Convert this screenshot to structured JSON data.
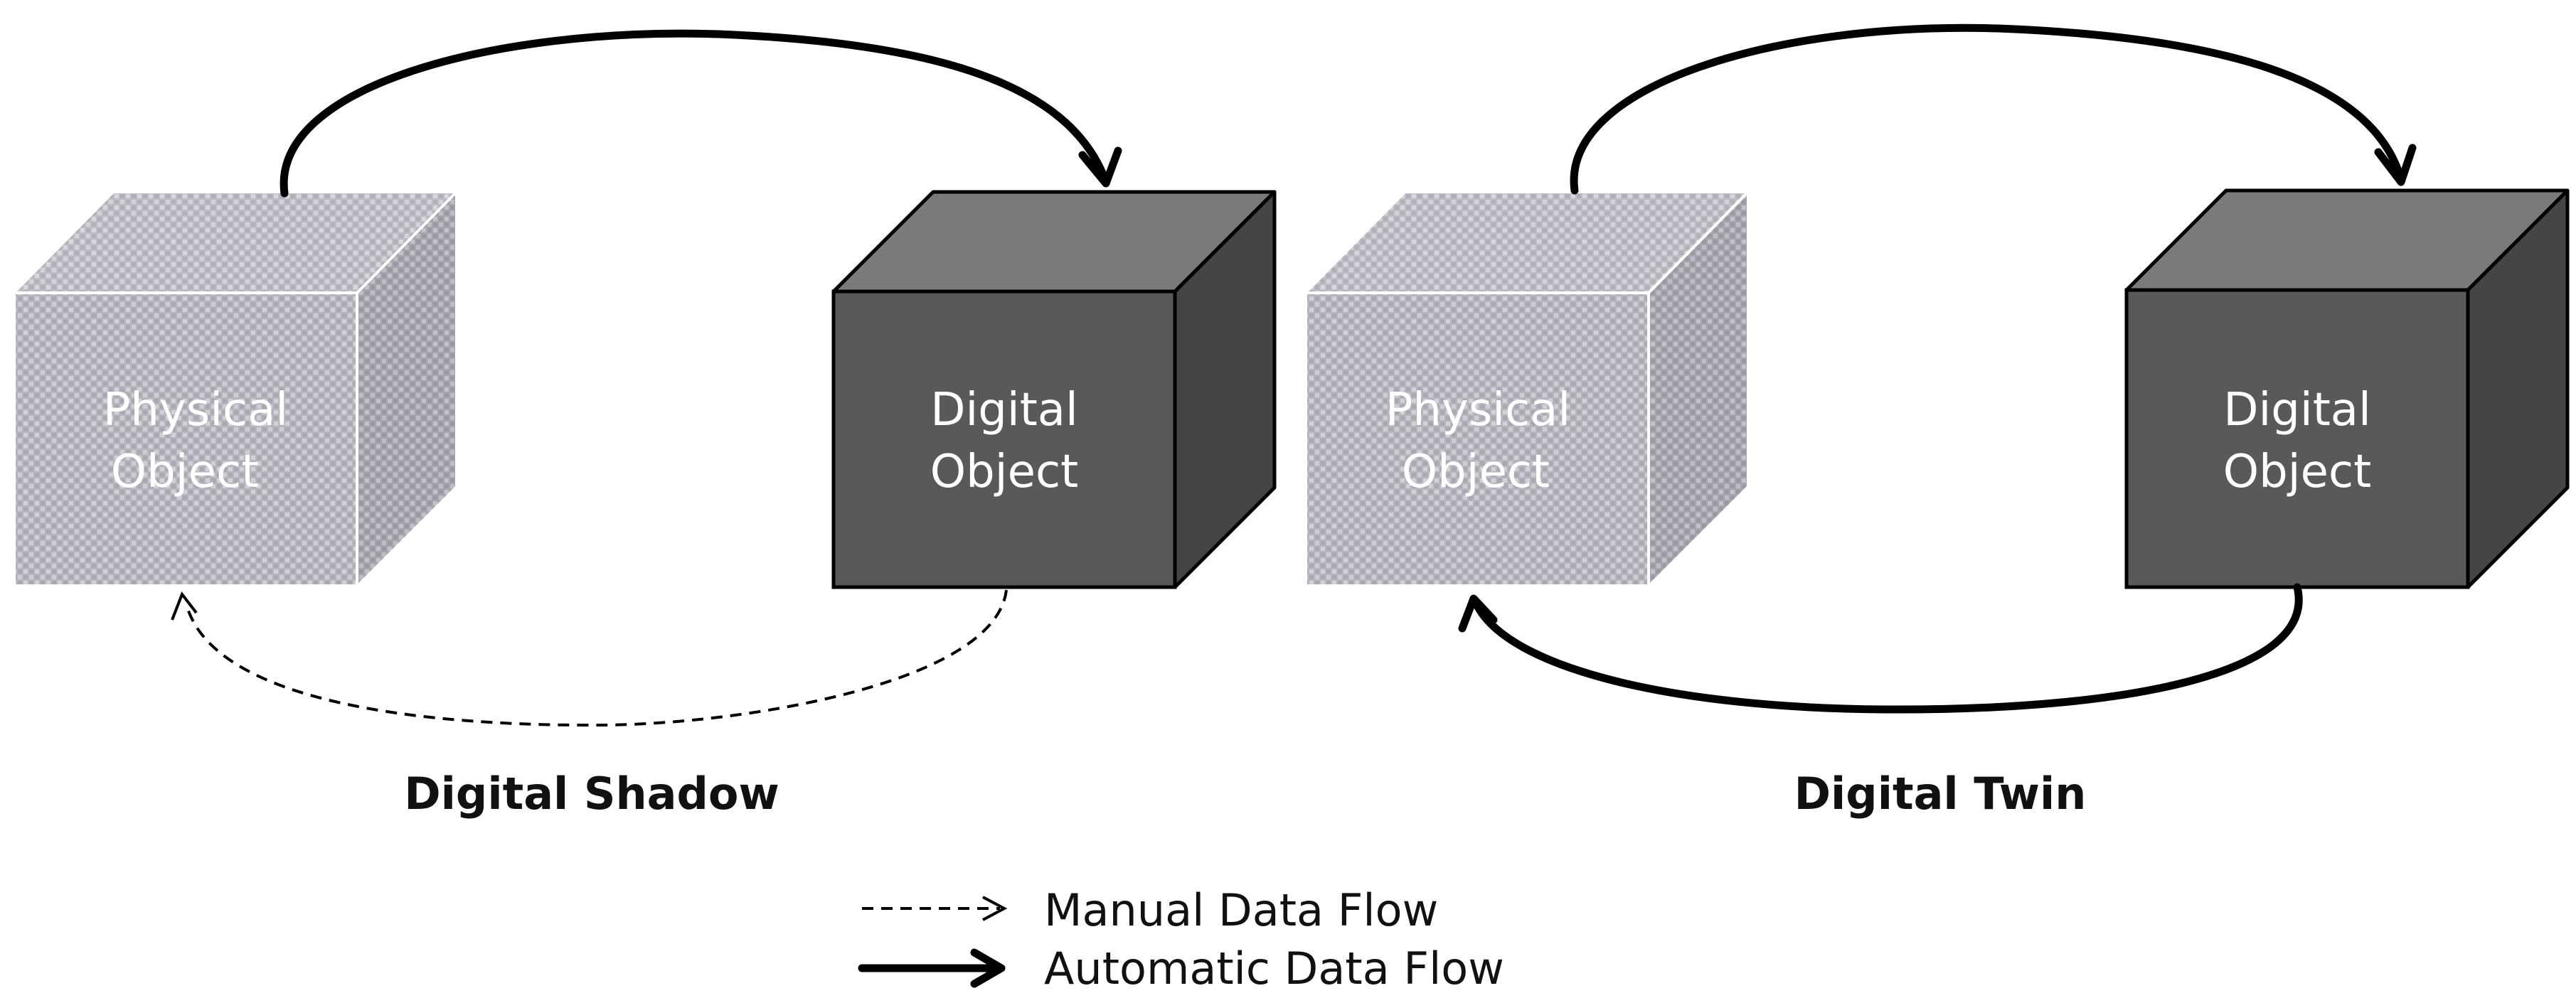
{
  "diagrams": [
    {
      "caption": "Digital Shadow",
      "physical": {
        "line1": "Physical",
        "line2": "Object"
      },
      "digital": {
        "line1": "Digital",
        "line2": "Object"
      },
      "top_flow": "automatic",
      "bottom_flow": "manual"
    },
    {
      "caption": "Digital Twin",
      "physical": {
        "line1": "Physical",
        "line2": "Object"
      },
      "digital": {
        "line1": "Digital",
        "line2": "Object"
      },
      "top_flow": "automatic",
      "bottom_flow": "automatic"
    }
  ],
  "legend": {
    "manual": "Manual Data Flow",
    "automatic": "Automatic Data Flow"
  },
  "colors": {
    "digital_front": "#595959",
    "digital_top": "#7a7a7a",
    "digital_side": "#454545",
    "physical_base": "#b5b4bc",
    "arrow": "#000000"
  }
}
